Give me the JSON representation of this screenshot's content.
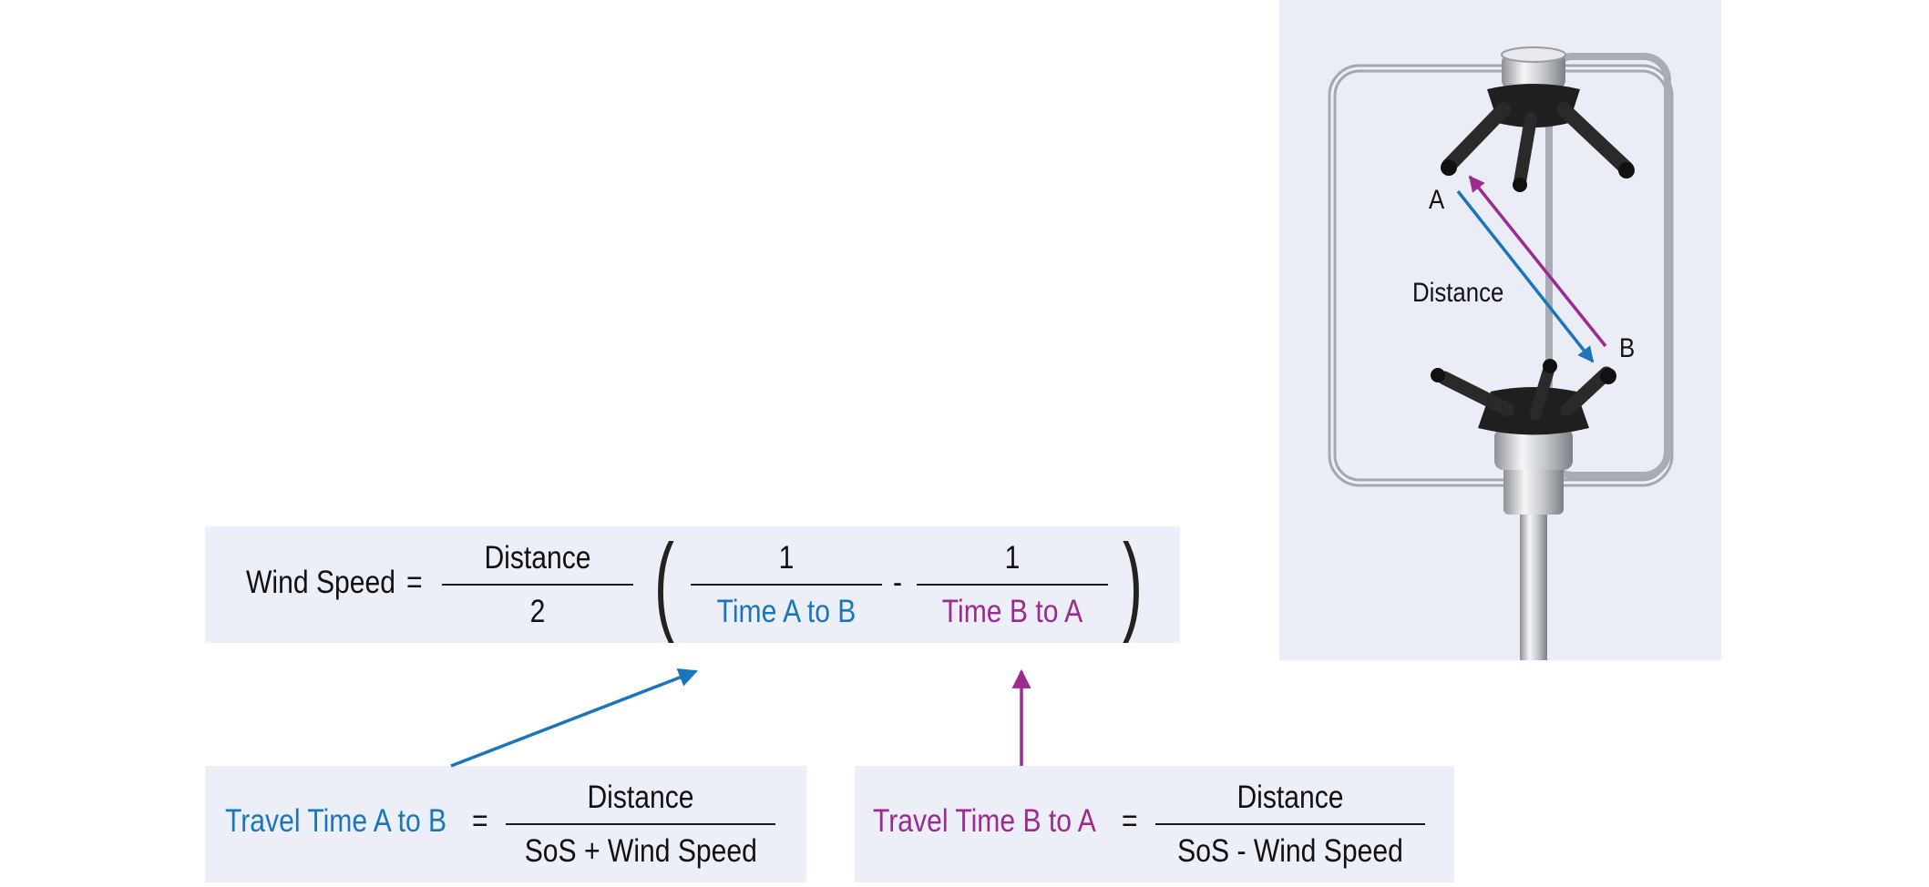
{
  "colors": {
    "blue": "#1b75bb",
    "purple": "#9c2a91",
    "box_bg": "#eceff7",
    "text": "#111111"
  },
  "main_formula": {
    "lhs": "Wind Speed",
    "equals": "=",
    "half_numerator": "Distance",
    "half_denominator": "2",
    "term1_numerator": "1",
    "term1_denominator": "Time A to B",
    "minus": "-",
    "term2_numerator": "1",
    "term2_denominator": "Time B to A"
  },
  "formula_ab": {
    "lhs": "Travel Time A to B",
    "equals": "=",
    "numerator": "Distance",
    "denominator": "SoS + Wind Speed"
  },
  "formula_ba": {
    "lhs": "Travel Time B to A",
    "equals": "=",
    "numerator": "Distance",
    "denominator": "SoS - Wind Speed"
  },
  "sensor": {
    "label_a": "A",
    "label_b": "B",
    "label_distance": "Distance"
  }
}
